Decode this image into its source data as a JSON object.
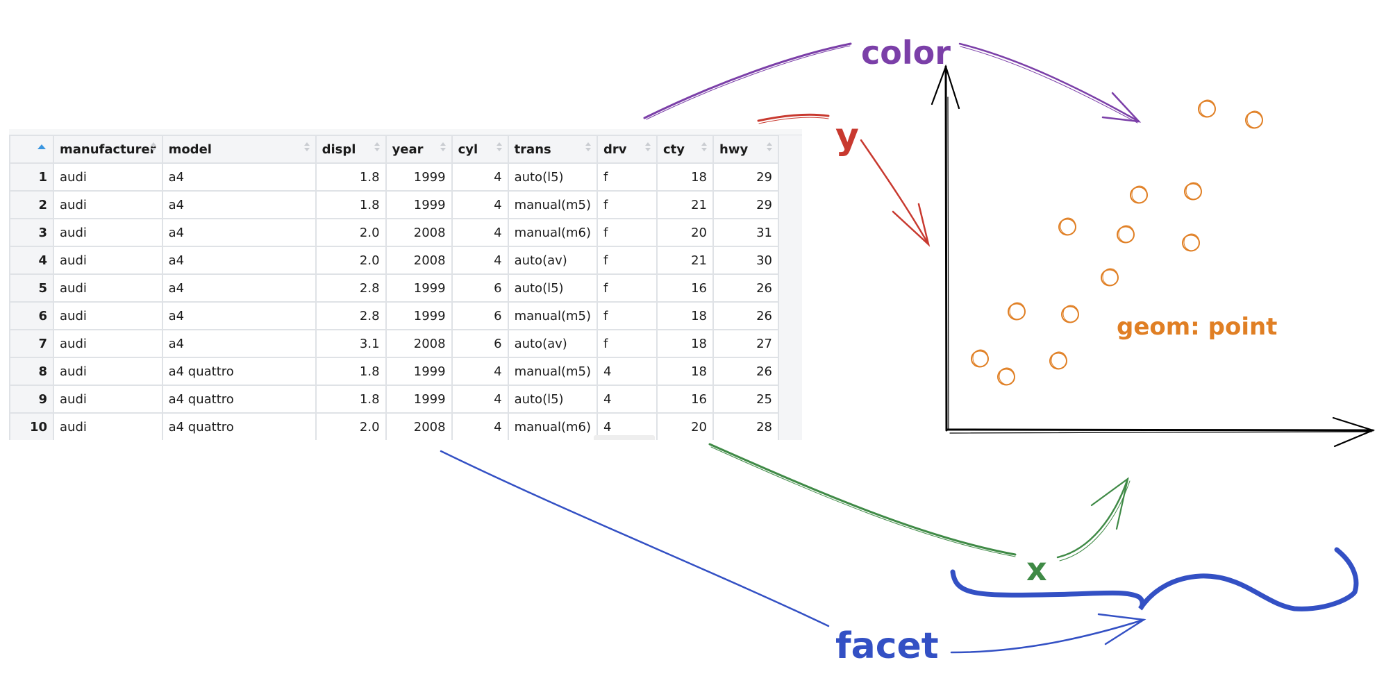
{
  "table": {
    "sort_indicator": "ascending",
    "columns": [
      {
        "key": "rownum",
        "label": ""
      },
      {
        "key": "manufacturer",
        "label": "manufacturer"
      },
      {
        "key": "model",
        "label": "model"
      },
      {
        "key": "displ",
        "label": "displ"
      },
      {
        "key": "year",
        "label": "year"
      },
      {
        "key": "cyl",
        "label": "cyl"
      },
      {
        "key": "trans",
        "label": "trans"
      },
      {
        "key": "drv",
        "label": "drv"
      },
      {
        "key": "cty",
        "label": "cty"
      },
      {
        "key": "hwy",
        "label": "hwy"
      }
    ],
    "rows": [
      [
        "1",
        "audi",
        "a4",
        "1.8",
        "1999",
        "4",
        "auto(l5)",
        "f",
        "18",
        "29"
      ],
      [
        "2",
        "audi",
        "a4",
        "1.8",
        "1999",
        "4",
        "manual(m5)",
        "f",
        "21",
        "29"
      ],
      [
        "3",
        "audi",
        "a4",
        "2.0",
        "2008",
        "4",
        "manual(m6)",
        "f",
        "20",
        "31"
      ],
      [
        "4",
        "audi",
        "a4",
        "2.0",
        "2008",
        "4",
        "auto(av)",
        "f",
        "21",
        "30"
      ],
      [
        "5",
        "audi",
        "a4",
        "2.8",
        "1999",
        "6",
        "auto(l5)",
        "f",
        "16",
        "26"
      ],
      [
        "6",
        "audi",
        "a4",
        "2.8",
        "1999",
        "6",
        "manual(m5)",
        "f",
        "18",
        "26"
      ],
      [
        "7",
        "audi",
        "a4",
        "3.1",
        "2008",
        "6",
        "auto(av)",
        "f",
        "18",
        "27"
      ],
      [
        "8",
        "audi",
        "a4 quattro",
        "1.8",
        "1999",
        "4",
        "manual(m5)",
        "4",
        "18",
        "26"
      ],
      [
        "9",
        "audi",
        "a4 quattro",
        "1.8",
        "1999",
        "4",
        "auto(l5)",
        "4",
        "16",
        "25"
      ],
      [
        "10",
        "audi",
        "a4 quattro",
        "2.0",
        "2008",
        "4",
        "manual(m6)",
        "4",
        "20",
        "28"
      ]
    ]
  },
  "annotations": {
    "color": {
      "label": "color",
      "hex": "#7b3fa8"
    },
    "y": {
      "label": "y",
      "hex": "#c8392f"
    },
    "x": {
      "label": "x",
      "hex": "#3f8a46"
    },
    "facet": {
      "label": "facet",
      "hex": "#3350c4"
    },
    "geom": {
      "label": "geom: point",
      "hex": "#e07f24"
    },
    "axis_hex": "#000000"
  },
  "plot": {
    "point_count": 13
  }
}
